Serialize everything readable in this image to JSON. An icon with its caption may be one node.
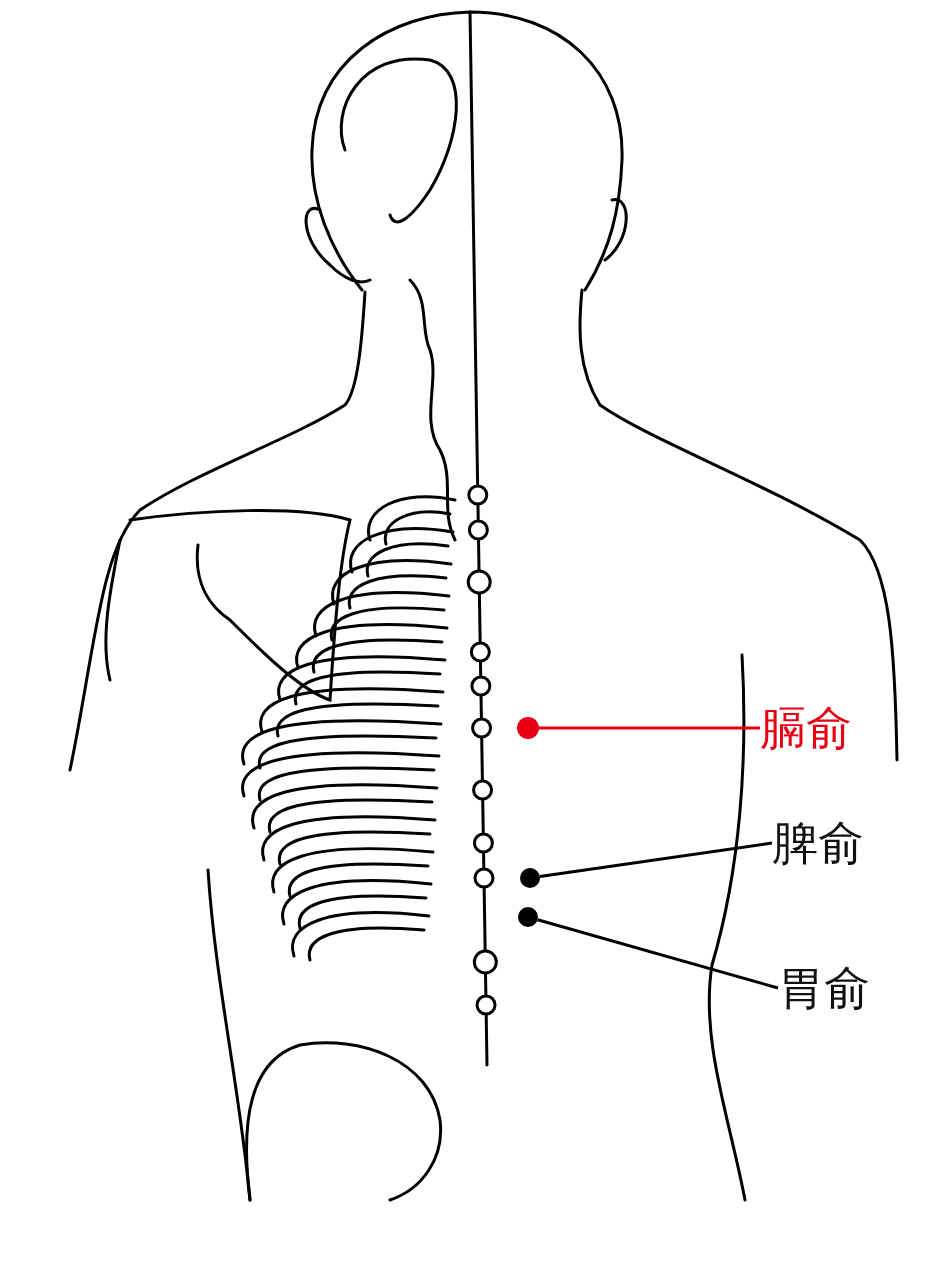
{
  "diagram": {
    "nodes": [
      {
        "text": [
          "膈俞"
        ]
      },
      {
        "text": [],
        "shape": "circle"
      },
      {
        "text": [
          "脾俞"
        ]
      },
      {
        "text": [],
        "shape": "circle"
      },
      {
        "text": [
          "胃俞"
        ]
      },
      {
        "text": [],
        "shape": "circle"
      }
    ],
    "edges": [
      {
        "from": 0,
        "to": 1,
        "arrow": "none",
        "color": "#e60012"
      },
      {
        "from": 2,
        "to": 3,
        "arrow": "none"
      },
      {
        "from": 4,
        "to": 5,
        "arrow": "none"
      }
    ]
  }
}
